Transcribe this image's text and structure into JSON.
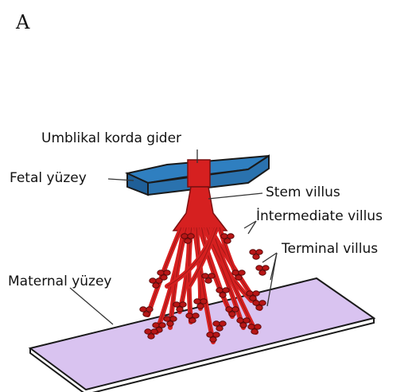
{
  "panel_letter": "A",
  "labels": {
    "umbilical": "Umblikal korda gider",
    "fetal_surface": "Fetal yüzey",
    "stem_villus": "Stem villus",
    "intermediate_villus": "İntermediate villus",
    "terminal_villus": "Terminal villus",
    "maternal_surface": "Maternal yüzey"
  },
  "colors": {
    "fetal_plate": "#2f7fc0",
    "fetal_plate_side": "#1f5f98",
    "maternal_plate": "#d9c3f0",
    "villus": "#d62020",
    "villus_dark": "#7a1010",
    "outline": "#1a1a1a"
  }
}
